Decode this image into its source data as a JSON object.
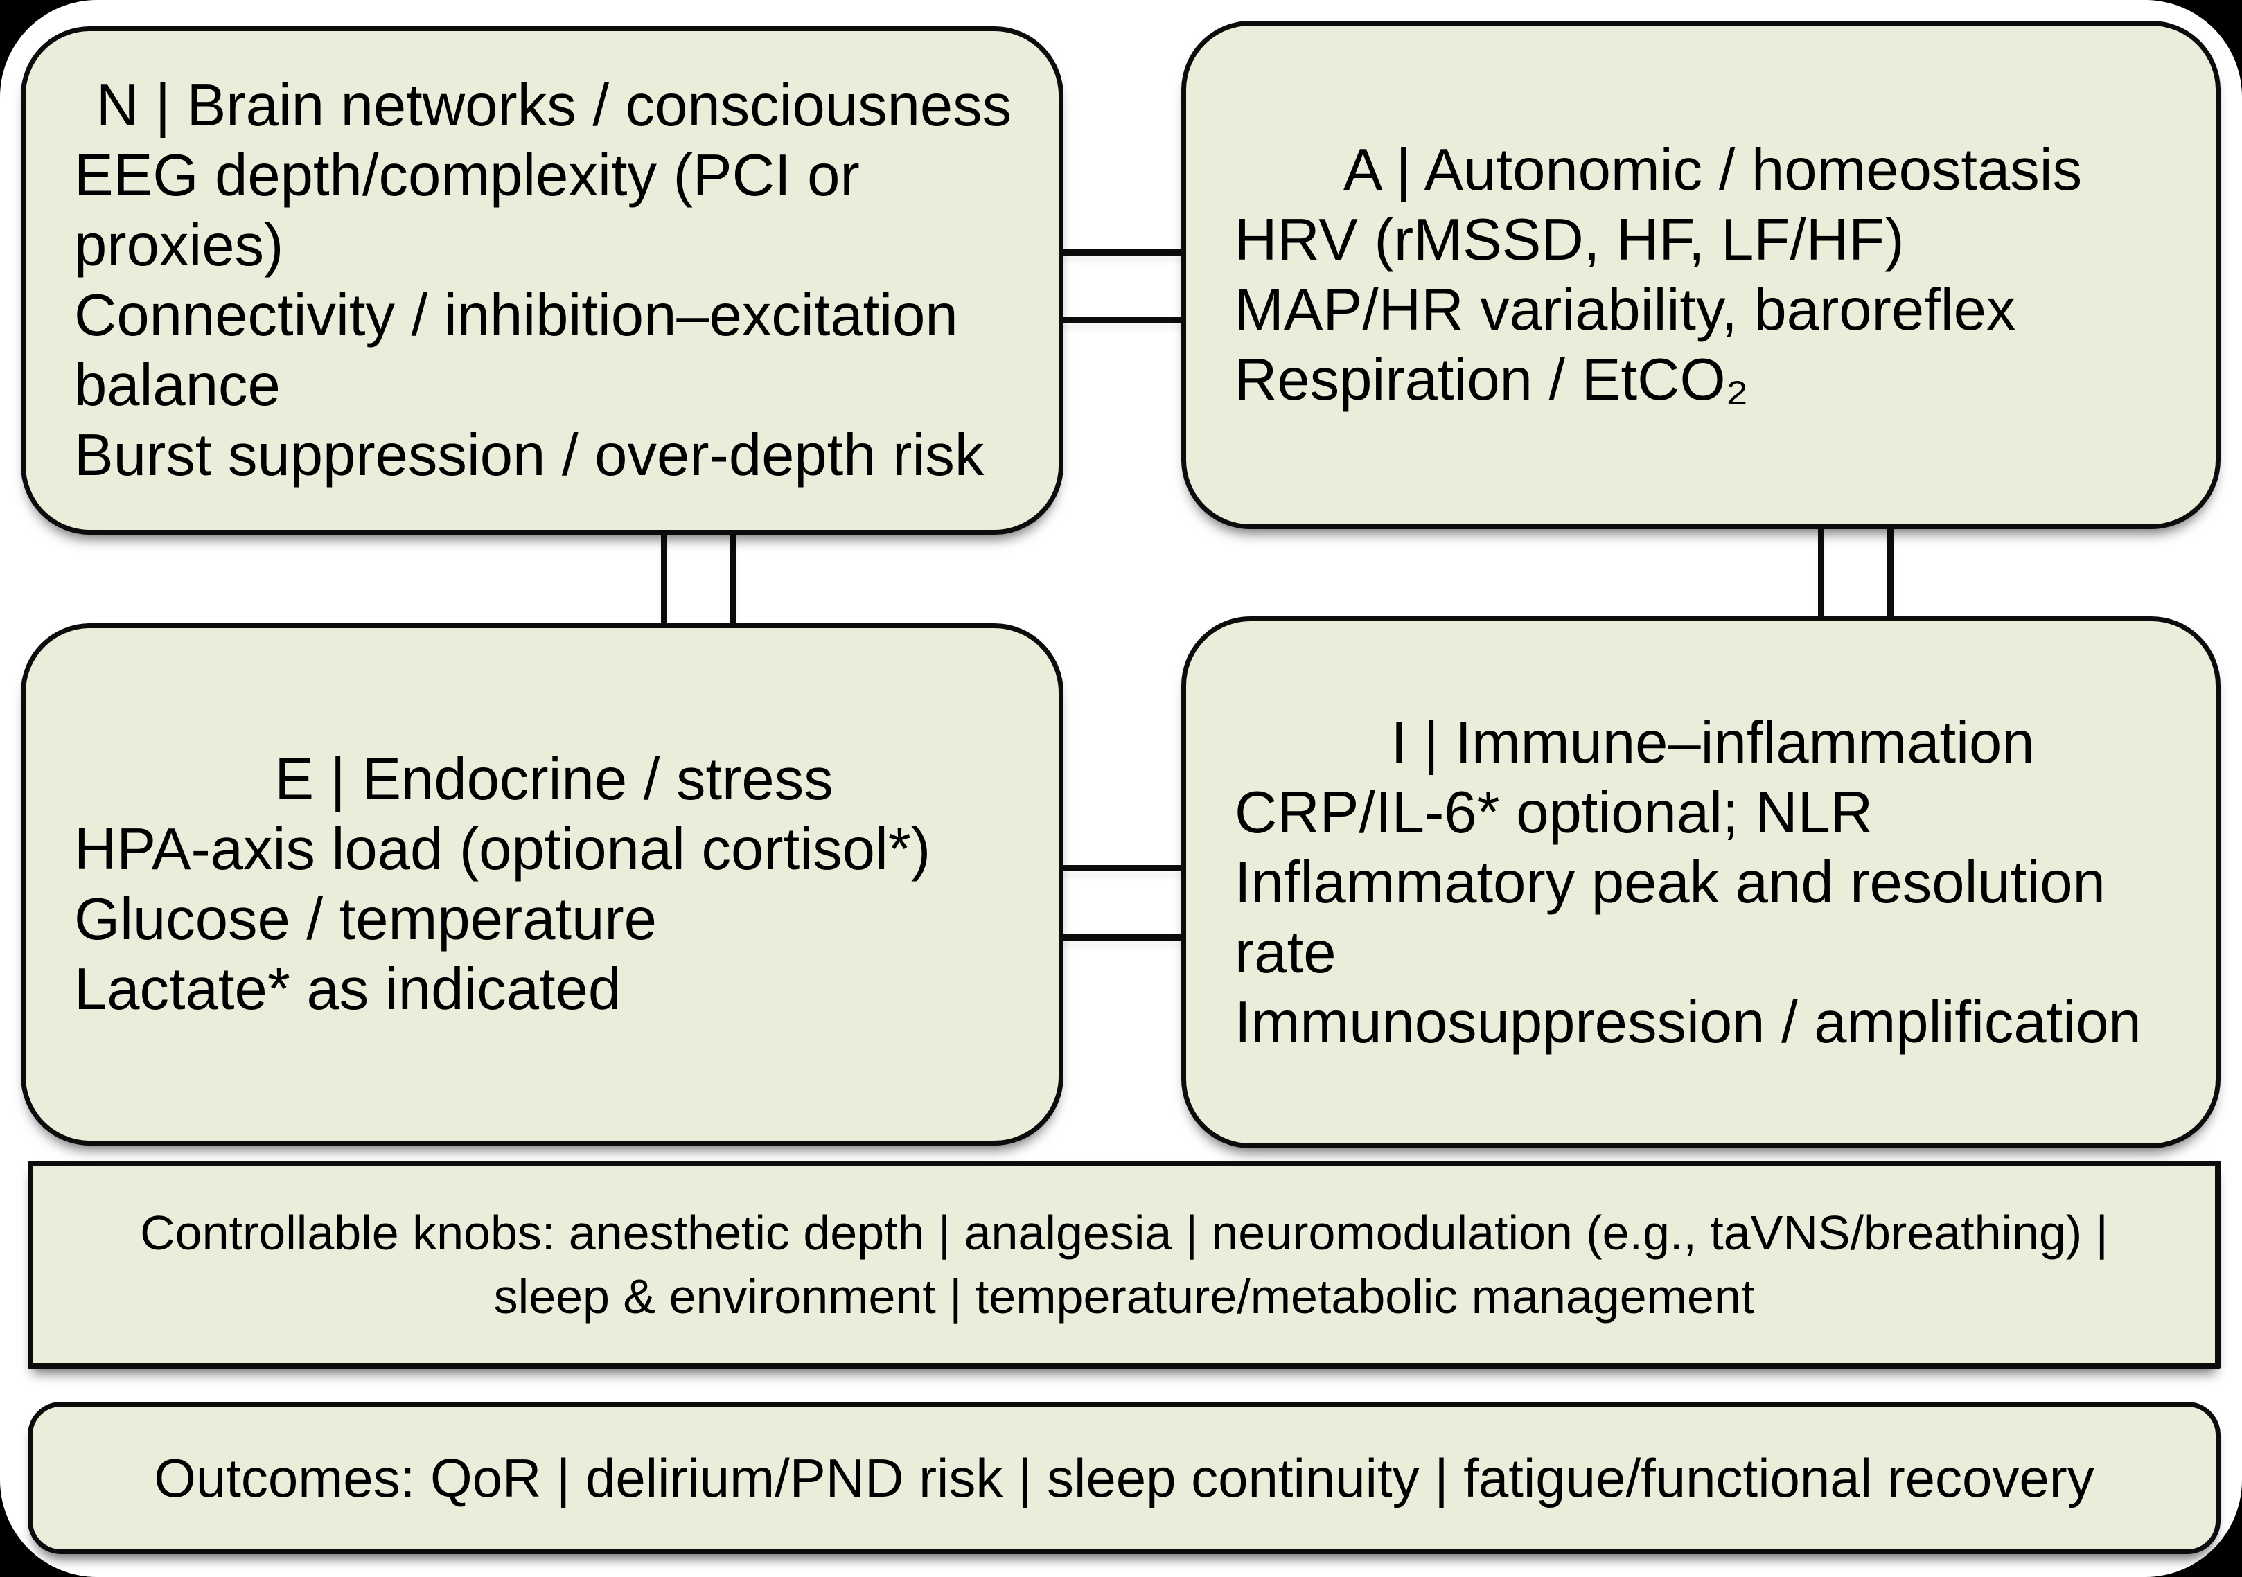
{
  "colors": {
    "canvas_corner": "#000000",
    "page_background": "#ffffff",
    "panel_fill": "#e9edda",
    "panel_border": "#0c0c0c",
    "text": "#000000"
  },
  "panels": [
    {
      "id": "N",
      "title": "N | Brain networks / consciousness",
      "lines": [
        "EEG depth/complexity (PCI or proxies)",
        "Connectivity / inhibition–excitation balance",
        "Burst suppression / over-depth risk"
      ]
    },
    {
      "id": "A",
      "title": "A | Autonomic / homeostasis",
      "lines": [
        "HRV (rMSSD, HF, LF/HF)",
        "MAP/HR variability, baroreflex",
        "Respiration / EtCO₂"
      ]
    },
    {
      "id": "E",
      "title": "E | Endocrine / stress",
      "lines": [
        "HPA-axis load (optional cortisol*)",
        "Glucose / temperature",
        "Lactate* as indicated"
      ]
    },
    {
      "id": "I",
      "title": "I | Immune–inflammation",
      "lines": [
        "CRP/IL-6* optional; NLR",
        "Inflammatory peak and resolution rate",
        "Immunosuppression / amplification"
      ]
    }
  ],
  "bars": [
    {
      "id": "controllable-knobs",
      "text": "Controllable knobs: anesthetic depth | analgesia | neuromodulation (e.g., taVNS/breathing) | sleep & environment | temperature/metabolic management"
    },
    {
      "id": "outcomes",
      "text": "Outcomes: QoR | delirium/PND risk | sleep continuity | fatigue/functional recovery"
    }
  ]
}
